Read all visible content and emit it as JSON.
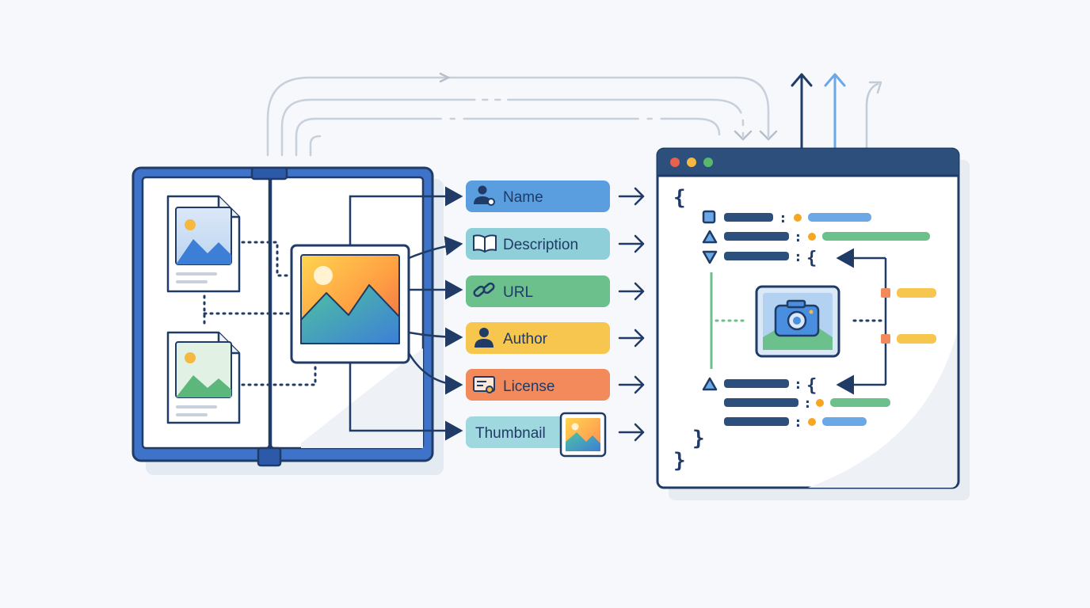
{
  "fields": [
    {
      "key": "name",
      "label": "Name",
      "color": "#5b9ee0",
      "icon": "user-gear-icon"
    },
    {
      "key": "description",
      "label": "Description",
      "color": "#8fcfd9",
      "icon": "open-book-icon"
    },
    {
      "key": "url",
      "label": "URL",
      "color": "#6cc08b",
      "icon": "link-icon"
    },
    {
      "key": "author",
      "label": "Author",
      "color": "#f7c64f",
      "icon": "person-icon"
    },
    {
      "key": "license",
      "label": "License",
      "color": "#f28a5c",
      "icon": "certificate-icon"
    },
    {
      "key": "thumbnail",
      "label": "Thumbnail",
      "color": "#9fd8df",
      "icon": "image-icon"
    }
  ],
  "code": {
    "open_brace": "{",
    "close_brace": "}",
    "inner_close_brace": "}",
    "colon": ":",
    "nested_open": "{"
  },
  "colors": {
    "navy": "#1f3b66",
    "book_blue": "#3f73c9",
    "accent_orange": "#f5a623",
    "accent_blue": "#6ba8e5",
    "accent_green": "#6cc08b",
    "accent_yellow": "#f7c64f",
    "window_dot_red": "#e9604f",
    "window_dot_yellow": "#f5b942",
    "window_dot_green": "#58b86b"
  }
}
